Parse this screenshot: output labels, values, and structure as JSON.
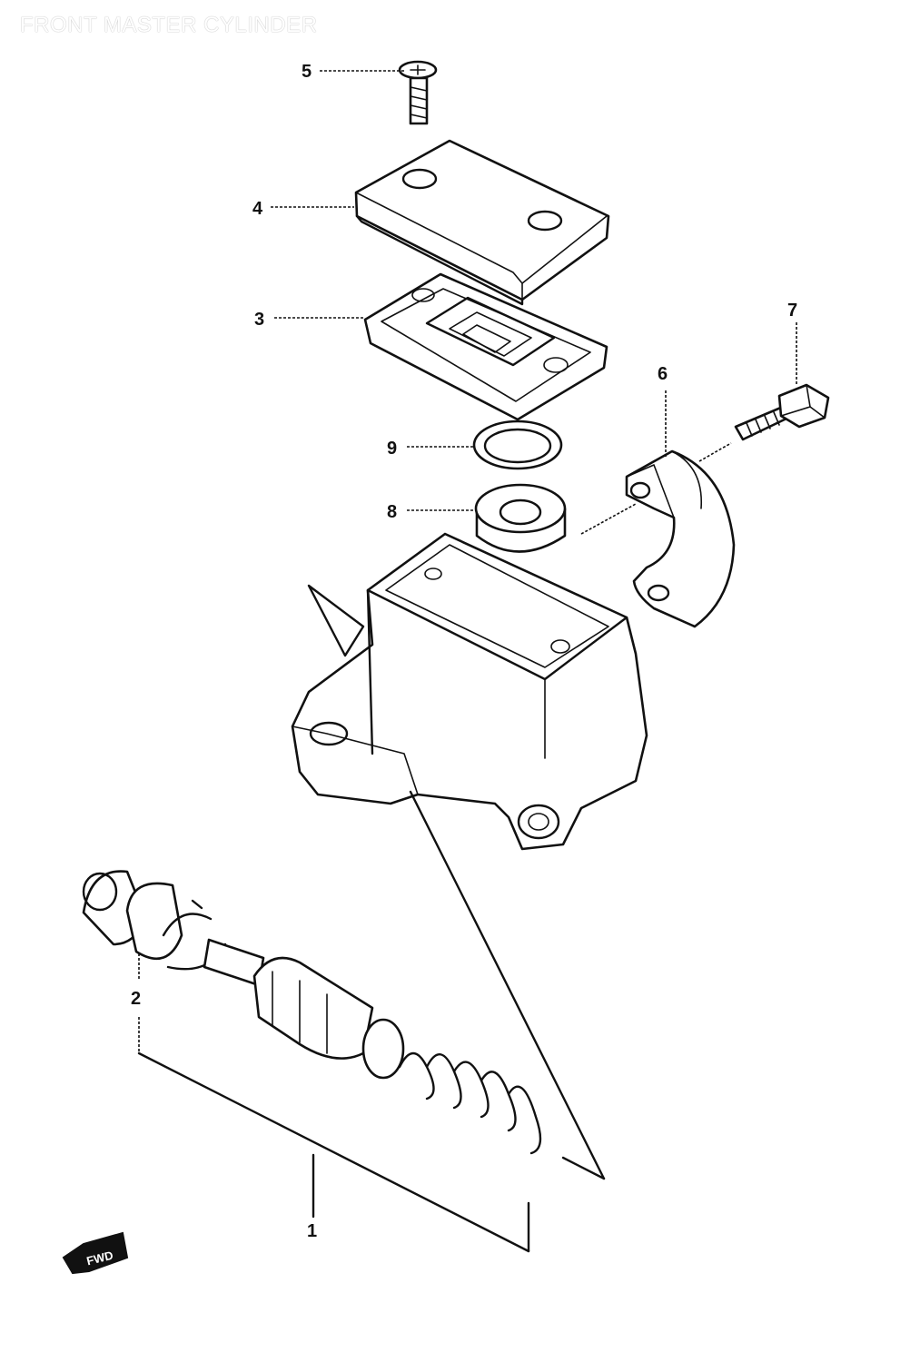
{
  "title": "FRONT MASTER CYLINDER",
  "callouts": [
    {
      "id": "callout-1",
      "label": "1"
    },
    {
      "id": "callout-2",
      "label": "2"
    },
    {
      "id": "callout-3",
      "label": "3"
    },
    {
      "id": "callout-4",
      "label": "4"
    },
    {
      "id": "callout-5",
      "label": "5"
    },
    {
      "id": "callout-6",
      "label": "6"
    },
    {
      "id": "callout-7",
      "label": "7"
    },
    {
      "id": "callout-8",
      "label": "8"
    },
    {
      "id": "callout-9",
      "label": "9"
    }
  ],
  "forward_badge": "FWD"
}
